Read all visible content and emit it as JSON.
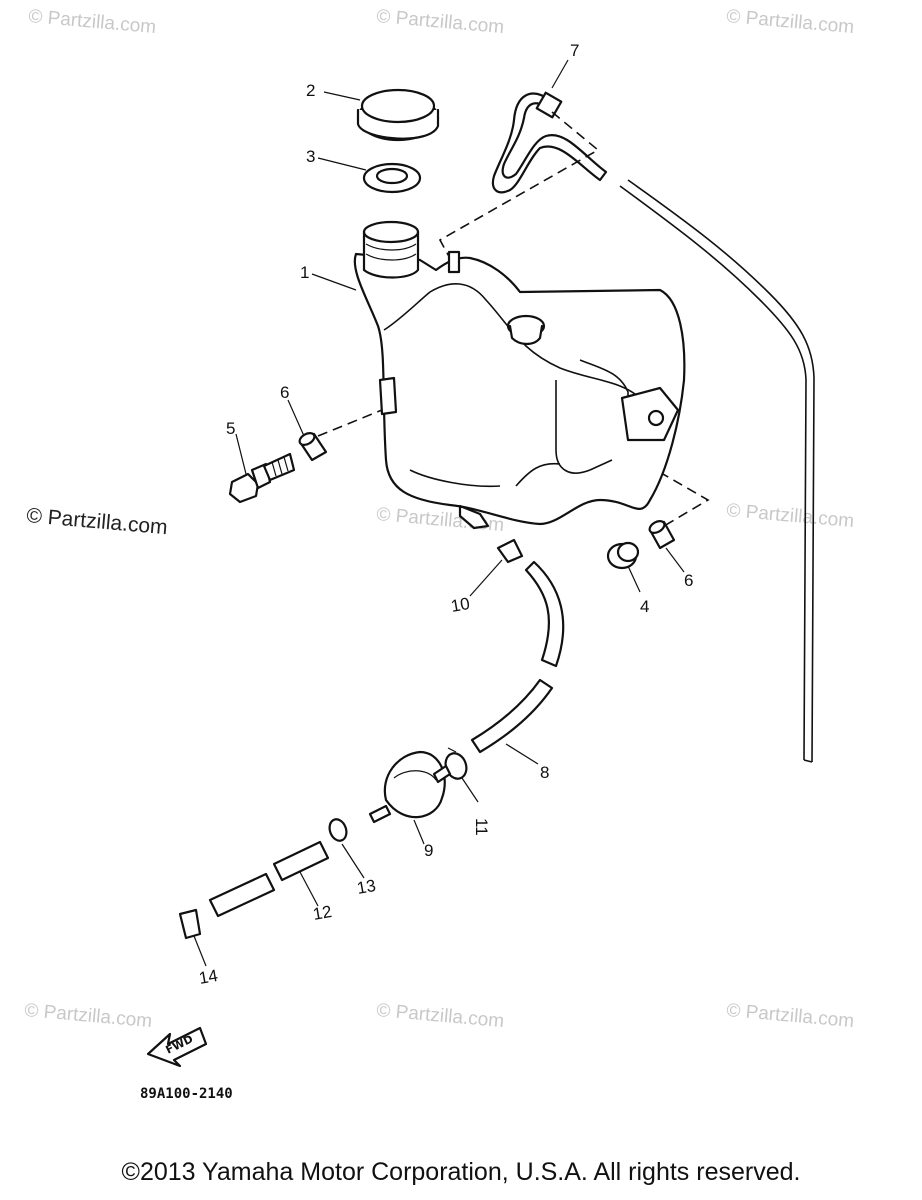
{
  "watermark": "© Partzilla.com",
  "diagram_code": "89A100-2140",
  "fwd_label": "FWD",
  "copyright": "©2013 Yamaha Motor Corporation, U.S.A. All rights reserved.",
  "callouts": {
    "c1": "1",
    "c2": "2",
    "c3": "3",
    "c4": "4",
    "c5": "5",
    "c6a": "6",
    "c6b": "6",
    "c7": "7",
    "c8": "8",
    "c9": "9",
    "c10": "10",
    "c11": "11",
    "c12": "12",
    "c13": "13",
    "c14": "14"
  }
}
